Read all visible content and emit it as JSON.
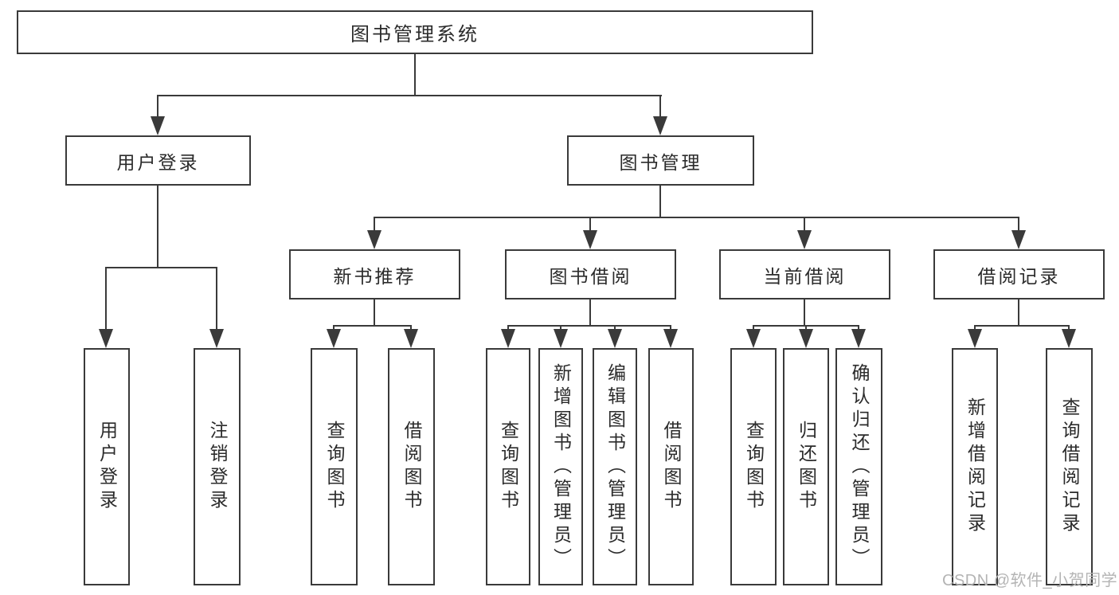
{
  "colors": {
    "line": "#3a3a3a",
    "text": "#2b2b2b",
    "watermark": "#b4b4b4",
    "background": "#ffffff"
  },
  "watermark": "CSDN @软件_小贺同学",
  "tree": {
    "root": {
      "label": "图书管理系统",
      "children": [
        {
          "label": "用户登录",
          "children": [
            {
              "label": "用户登录"
            },
            {
              "label": "注销登录"
            }
          ]
        },
        {
          "label": "图书管理",
          "children": [
            {
              "label": "新书推荐",
              "children": [
                {
                  "label": "查询图书"
                },
                {
                  "label": "借阅图书"
                }
              ]
            },
            {
              "label": "图书借阅",
              "children": [
                {
                  "label": "查询图书"
                },
                {
                  "label": "新增图书（管理员）"
                },
                {
                  "label": "编辑图书（管理员）"
                },
                {
                  "label": "借阅图书"
                }
              ]
            },
            {
              "label": "当前借阅",
              "children": [
                {
                  "label": "查询图书"
                },
                {
                  "label": "归还图书"
                },
                {
                  "label": "确认归还（管理员）"
                }
              ]
            },
            {
              "label": "借阅记录",
              "children": [
                {
                  "label": "新增借阅记录"
                },
                {
                  "label": "查询借阅记录"
                }
              ]
            }
          ]
        }
      ]
    }
  }
}
